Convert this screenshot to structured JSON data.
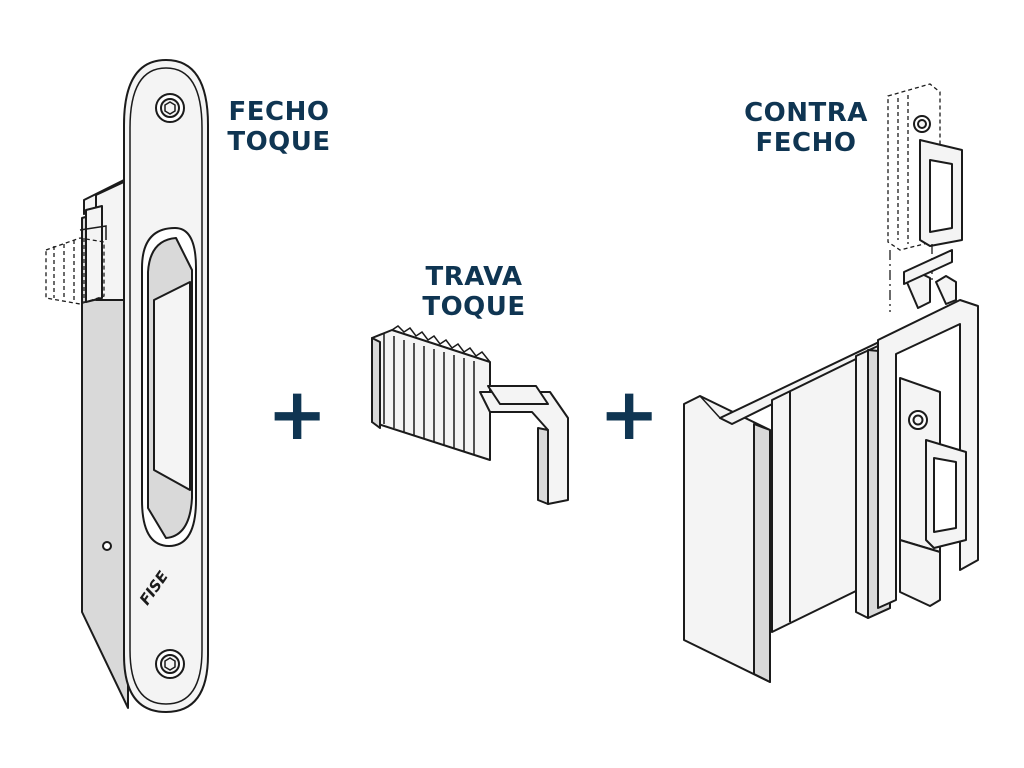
{
  "colors": {
    "label": "#0f3552",
    "line": "#1b1b1b",
    "fill_light": "#f4f4f4",
    "fill_shade": "#d9d9d9"
  },
  "labels": {
    "fecho_toque": [
      "FECHO",
      "TOQUE"
    ],
    "trava_toque": [
      "TRAVA",
      "TOQUE"
    ],
    "contra_fecho": [
      "CONTRA",
      "FECHO"
    ]
  },
  "operators": {
    "plus_1": "+",
    "plus_2": "+"
  },
  "logo_text": "FISE"
}
